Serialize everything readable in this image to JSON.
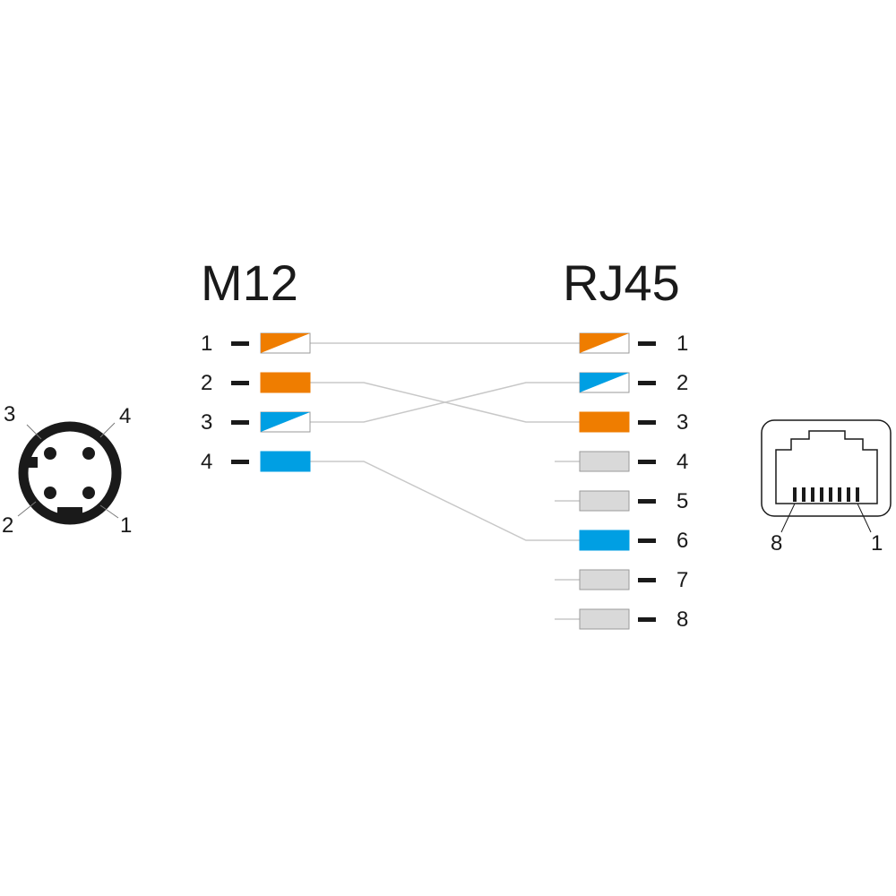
{
  "left_title": "M12",
  "right_title": "RJ45",
  "colors": {
    "orange": "#ef7d00",
    "blue": "#009fe3",
    "gray": "#d9d9d9",
    "wire": "#c8c8c8",
    "stroke": "#1a1a1a"
  },
  "m12_pins": [
    {
      "label": "1",
      "color": "orange-white"
    },
    {
      "label": "2",
      "color": "orange"
    },
    {
      "label": "3",
      "color": "blue-white"
    },
    {
      "label": "4",
      "color": "blue"
    }
  ],
  "rj45_pins": [
    {
      "label": "1",
      "color": "orange-white"
    },
    {
      "label": "2",
      "color": "blue-white"
    },
    {
      "label": "3",
      "color": "orange"
    },
    {
      "label": "4",
      "color": "gray"
    },
    {
      "label": "5",
      "color": "gray"
    },
    {
      "label": "6",
      "color": "blue"
    },
    {
      "label": "7",
      "color": "gray"
    },
    {
      "label": "8",
      "color": "gray"
    }
  ],
  "connections": [
    {
      "from": "1",
      "to": "1"
    },
    {
      "from": "2",
      "to": "3"
    },
    {
      "from": "3",
      "to": "2"
    },
    {
      "from": "4",
      "to": "6"
    }
  ],
  "m12_connector": {
    "icon": "m12-socket-icon",
    "pin_labels": [
      "1",
      "2",
      "3",
      "4"
    ]
  },
  "rj45_connector": {
    "icon": "rj45-jack-icon",
    "pin_labels": [
      "8",
      "1"
    ]
  }
}
